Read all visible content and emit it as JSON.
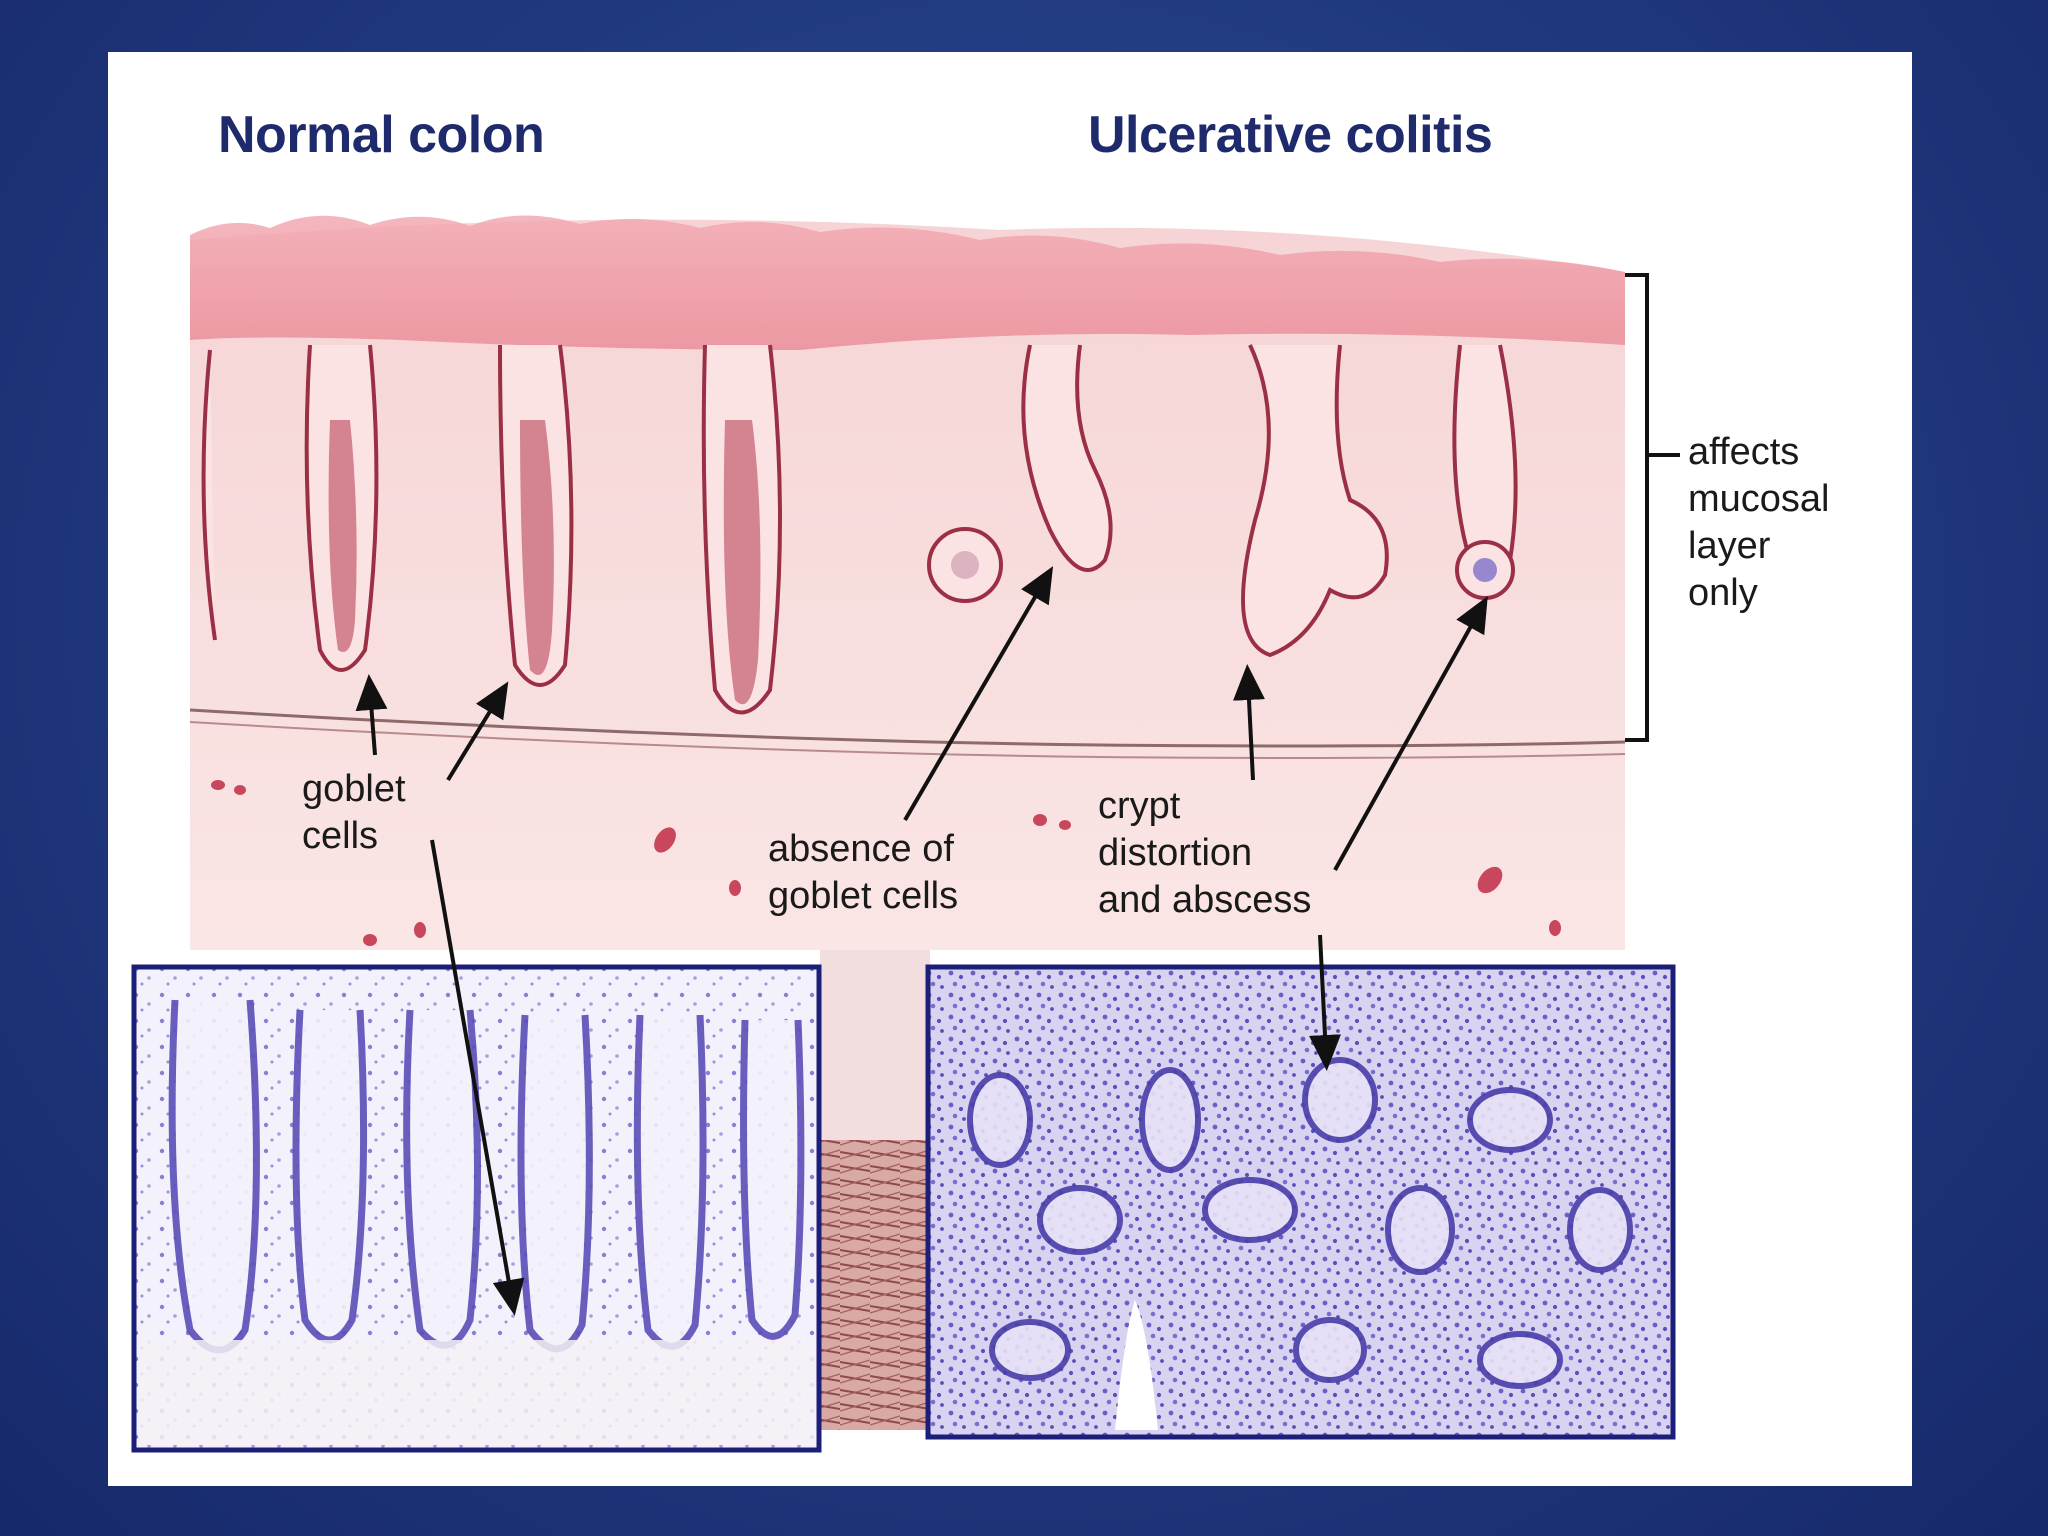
{
  "titles": {
    "normal": "Normal colon",
    "uc": "Ulcerative colitis"
  },
  "labels": {
    "goblet_cells": [
      "goblet",
      "cells"
    ],
    "absence_goblet": [
      "absence of",
      "goblet cells"
    ],
    "crypt_distortion": [
      "crypt",
      "distortion",
      "and abscess"
    ],
    "mucosal_layer": [
      "affects",
      "mucosal",
      "layer",
      "only"
    ]
  },
  "colors": {
    "background": "#223c82",
    "title": "#1f2a6c",
    "tissue": "#f7dcdc",
    "crypt_outline": "#9b2f45",
    "histology_stain": "#6f63c8",
    "panel_border": "#1c1f78"
  }
}
